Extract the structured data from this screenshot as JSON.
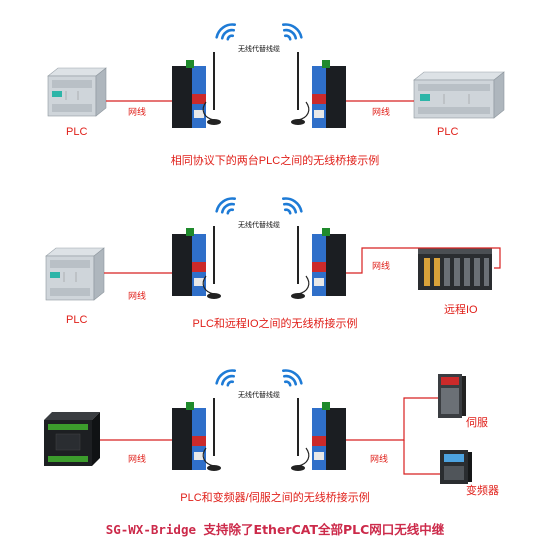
{
  "scenario_1": {
    "wireless_label": "无线代替线缆",
    "left_cable_label": "网线",
    "right_cable_label": "网线",
    "left_device_label": "PLC",
    "right_device_label": "PLC",
    "caption": "相同协议下的两台PLC之间的无线桥接示例"
  },
  "scenario_2": {
    "wireless_label": "无线代替线缆",
    "left_cable_label": "网线",
    "right_cable_label": "网线",
    "left_device_label": "PLC",
    "right_device_label": "远程IO",
    "caption": "PLC和远程IO之间的无线桥接示例"
  },
  "scenario_3": {
    "wireless_label": "无线代替线缆",
    "left_cable_label": "网线",
    "right_cable_label": "网线",
    "servo_label": "伺服",
    "vfd_label": "变频器",
    "caption": "PLC和变频器/伺服之间的无线桥接示例"
  },
  "footer": {
    "model": "SG-WX-Bridge",
    "text": "支持除了EtherCAT全部PLC网口无线中继"
  },
  "colors": {
    "label_red": "#e0201a",
    "cable_red": "#d82020",
    "wifi_blue": "#1e7bd6",
    "bridge_blue": "#2f6fc9",
    "footer_red": "#cc2a4a"
  },
  "icons": [
    "plc-icon",
    "wifi-icon",
    "wireless-bridge-icon",
    "antenna-icon",
    "remote-io-icon",
    "servo-drive-icon",
    "vfd-icon",
    "mini-plc-icon"
  ]
}
